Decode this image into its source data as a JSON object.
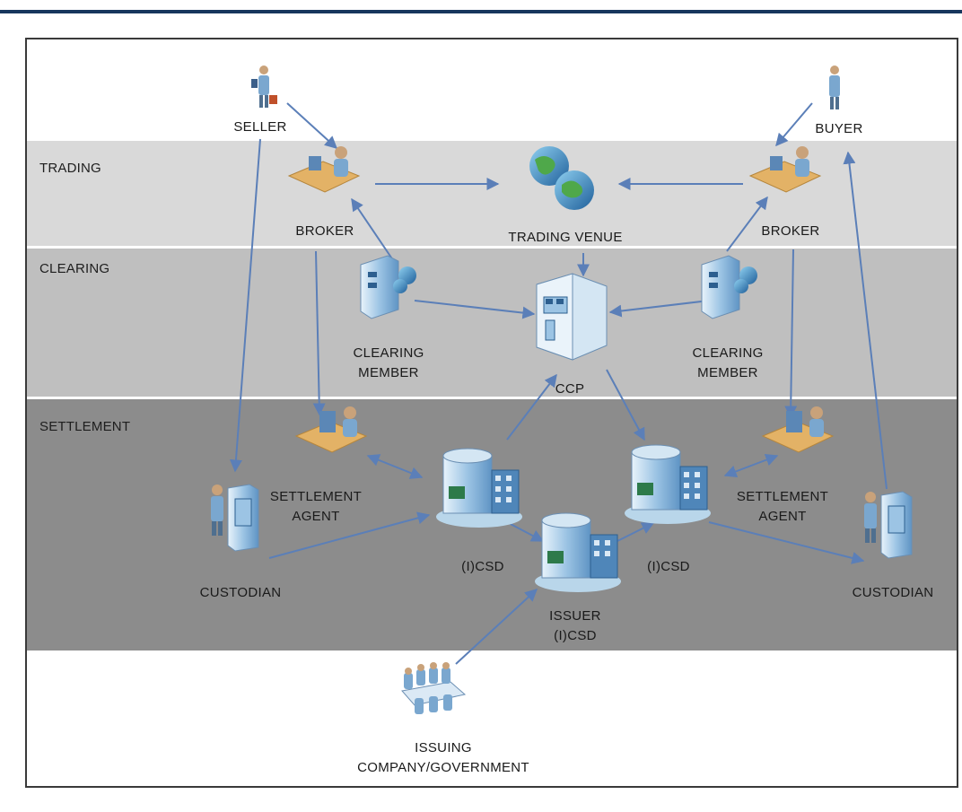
{
  "bands": {
    "trading": "TRADING",
    "clearing": "CLEARING",
    "settlement": "SETTLEMENT"
  },
  "nodes": {
    "seller": "SELLER",
    "buyer": "BUYER",
    "broker_left": "BROKER",
    "broker_right": "BROKER",
    "trading_venue": "TRADING VENUE",
    "clearing_member_left": [
      "CLEARING",
      "MEMBER"
    ],
    "clearing_member_right": [
      "CLEARING",
      "MEMBER"
    ],
    "ccp": "CCP",
    "settlement_agent_left": [
      "SETTLEMENT",
      "AGENT"
    ],
    "settlement_agent_right": [
      "SETTLEMENT",
      "AGENT"
    ],
    "custodian_left": "CUSTODIAN",
    "custodian_right": "CUSTODIAN",
    "icsd_left": "(I)CSD",
    "icsd_right": "(I)CSD",
    "issuer_icsd": [
      "ISSUER",
      "(I)CSD"
    ],
    "issuing_company": [
      "ISSUING",
      "COMPANY/GOVERNMENT"
    ]
  },
  "colors": {
    "arrow": "#5b7fb8",
    "title_rule": "#17365d",
    "band_trading": "#d9d9d9",
    "band_clearing": "#bfbfbf",
    "band_settlement": "#8c8c8c"
  }
}
